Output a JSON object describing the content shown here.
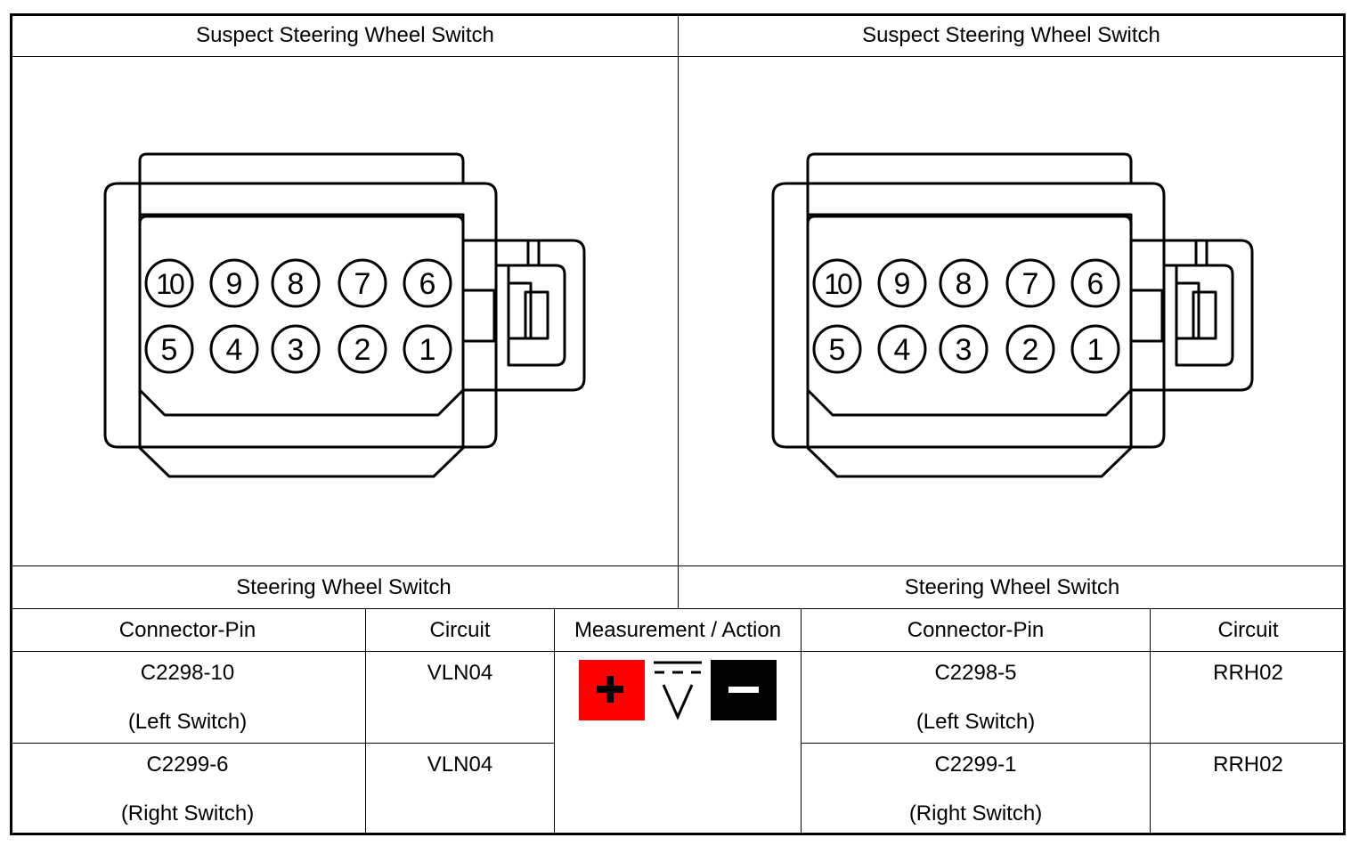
{
  "diagrams": [
    {
      "title": "Suspect Steering Wheel Switch",
      "top_pins": [
        "10",
        "9",
        "8",
        "7",
        "6"
      ],
      "bottom_pins": [
        "5",
        "4",
        "3",
        "2",
        "1"
      ]
    },
    {
      "title": "Suspect Steering Wheel Switch",
      "top_pins": [
        "10",
        "9",
        "8",
        "7",
        "6"
      ],
      "bottom_pins": [
        "5",
        "4",
        "3",
        "2",
        "1"
      ]
    }
  ],
  "table": {
    "group_left": "Steering Wheel Switch",
    "group_right": "Steering Wheel Switch",
    "headers": {
      "connector_pin_left": "Connector-Pin",
      "circuit_left": "Circuit",
      "measurement": "Measurement / Action",
      "connector_pin_right": "Connector-Pin",
      "circuit_right": "Circuit"
    },
    "rows": [
      {
        "left_pin": "C2298-10",
        "left_note": "(Left Switch)",
        "left_circuit": "VLN04",
        "right_pin": "C2298-5",
        "right_note": "(Left Switch)",
        "right_circuit": "RRH02"
      },
      {
        "left_pin": "C2299-6",
        "left_note": "(Right Switch)",
        "left_circuit": "VLN04",
        "right_pin": "C2299-1",
        "right_note": "(Right Switch)",
        "right_circuit": "RRH02"
      }
    ],
    "measurement_icons": [
      "positive-lead-icon",
      "dc-voltmeter-icon",
      "negative-lead-icon"
    ],
    "colors": {
      "positive": "#ff0000",
      "negative": "#000000"
    }
  }
}
